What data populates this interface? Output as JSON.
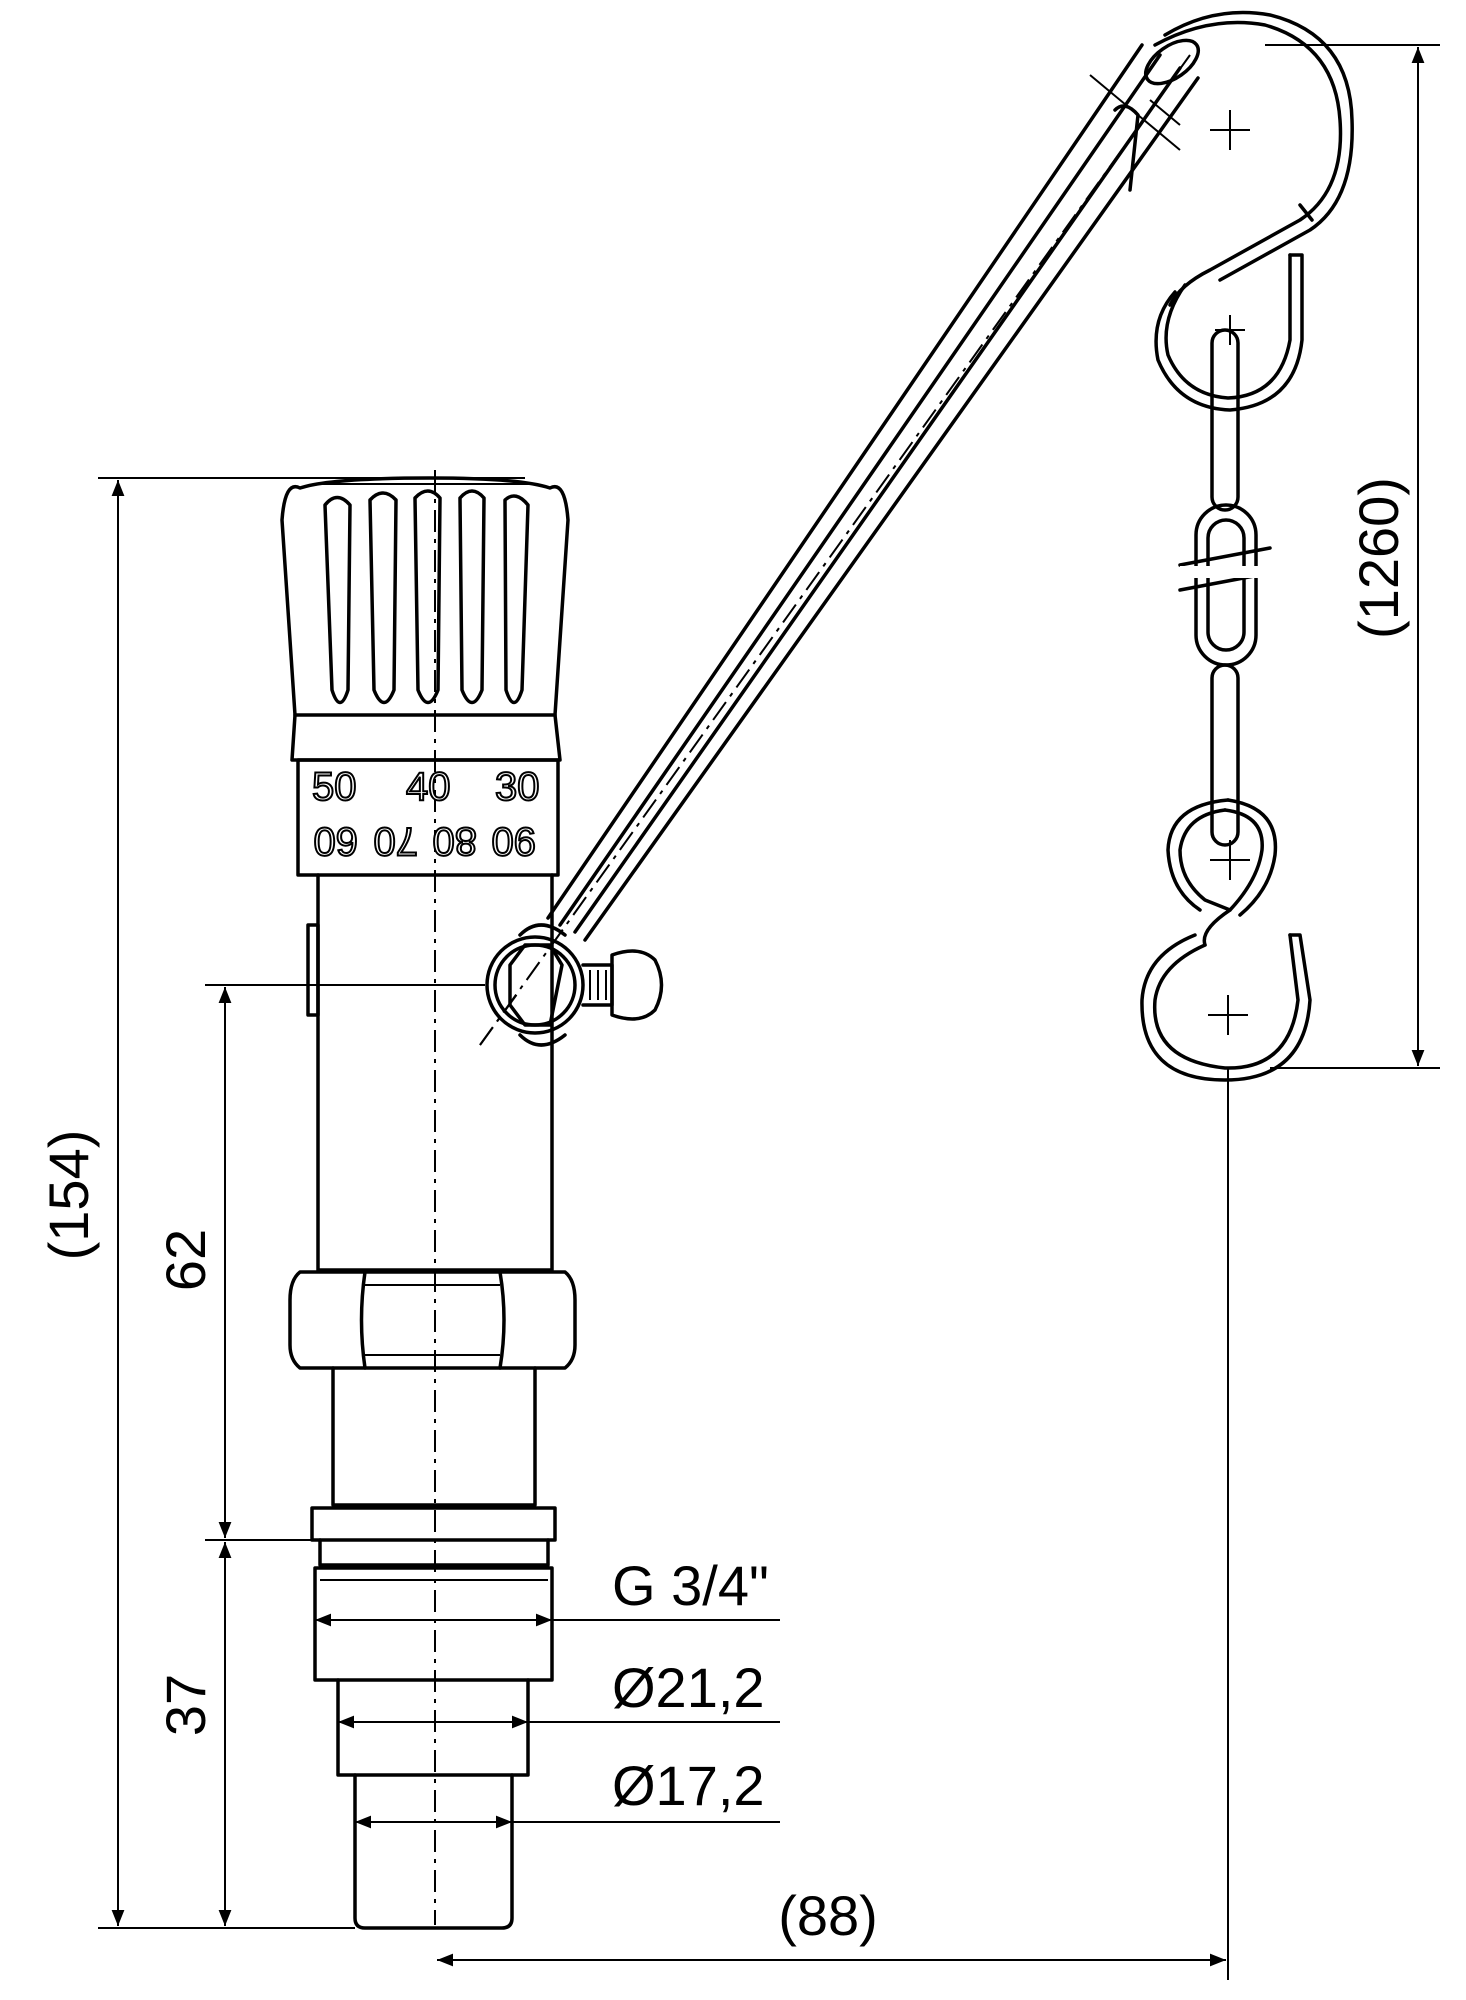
{
  "dimensions": {
    "overall_height": "(154)",
    "lower_height": "62",
    "thread_length": "37",
    "offset_width": "(88)",
    "chain_length": "(1260)"
  },
  "callouts": {
    "thread": "G 3/4\"",
    "outer_diameter": "Ø21,2",
    "inner_diameter": "Ø17,2"
  },
  "scale_ring": {
    "top": [
      "50",
      "40",
      "30"
    ],
    "bottom": [
      "90",
      "80",
      "70",
      "60"
    ]
  },
  "colors": {
    "line": "#000000",
    "background": "#ffffff"
  }
}
